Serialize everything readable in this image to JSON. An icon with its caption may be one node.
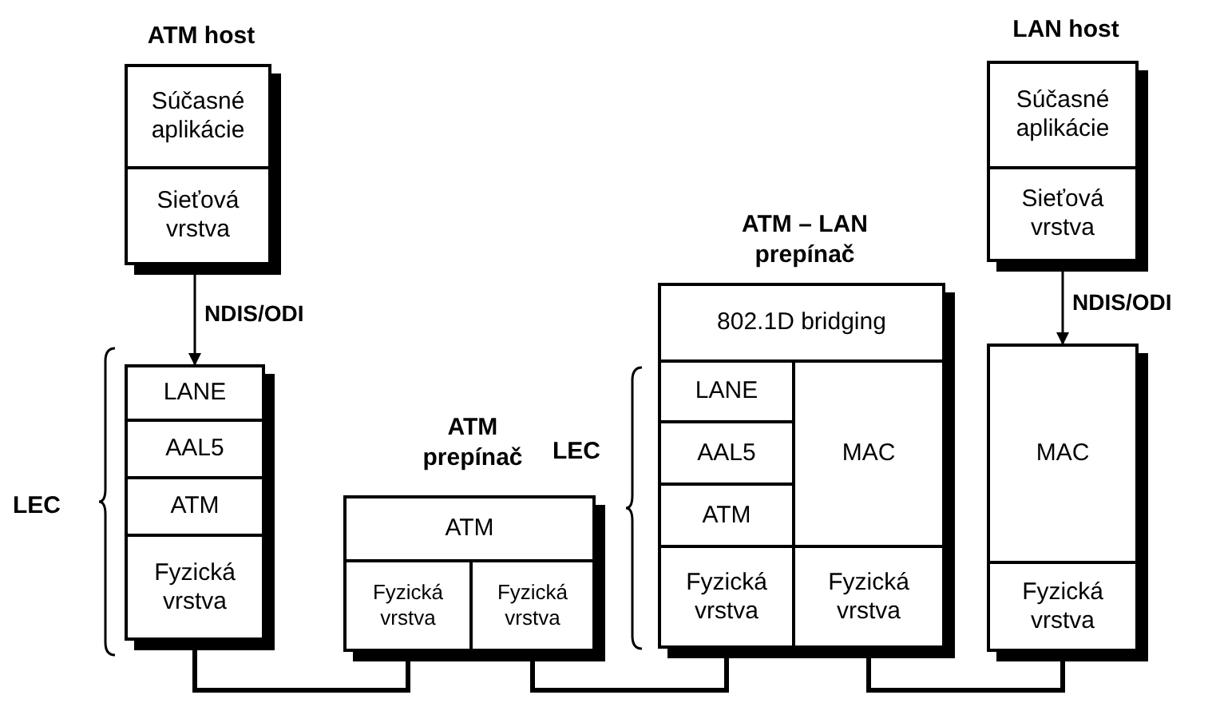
{
  "diagram": {
    "nodes": [
      {
        "text": [
          "ATM host"
        ]
      },
      {
        "text": [
          "Súčasné aplikácie"
        ],
        "in": 0
      },
      {
        "text": [
          "Sieťová vrstva"
        ],
        "in": 0
      },
      {
        "text": [],
        "shape": "box",
        "beside": [
          "LEC"
        ]
      },
      {
        "text": [
          "LANE"
        ],
        "in": 3
      },
      {
        "text": [
          "AAL5"
        ],
        "in": 3
      },
      {
        "text": [
          "ATM"
        ],
        "in": 3
      },
      {
        "text": [
          "Fyzická vrstva"
        ],
        "in": 3
      },
      {
        "text": [
          "ATM prepínač"
        ]
      },
      {
        "text": [
          "ATM"
        ],
        "in": 8
      },
      {
        "text": [
          "Fyzická vrstva"
        ],
        "in": 8
      },
      {
        "text": [
          "Fyzická vrstva"
        ],
        "in": 8
      },
      {
        "text": [
          "ATM – LAN prepínač"
        ],
        "beside": [
          "LEC"
        ]
      },
      {
        "text": [
          "802.1D bridging"
        ],
        "in": 12
      },
      {
        "text": [
          "LANE"
        ],
        "in": 12
      },
      {
        "text": [
          "AAL5"
        ],
        "in": 12
      },
      {
        "text": [
          "ATM"
        ],
        "in": 12
      },
      {
        "text": [
          "MAC"
        ],
        "in": 12
      },
      {
        "text": [
          "Fyzická vrstva"
        ],
        "in": 12
      },
      {
        "text": [
          "Fyzická vrstva"
        ],
        "in": 12
      },
      {
        "text": [
          "LAN host"
        ]
      },
      {
        "text": [
          "Súčasné aplikácie"
        ],
        "in": 20
      },
      {
        "text": [
          "Sieťová vrstva"
        ],
        "in": 20
      },
      {
        "text": [],
        "shape": "box"
      },
      {
        "text": [
          "MAC"
        ],
        "in": 23
      },
      {
        "text": [
          "Fyzická vrstva"
        ],
        "in": 23
      }
    ],
    "edges": [
      {
        "from": 0,
        "to": 3,
        "arrow": "to",
        "label": "NDIS/ODI"
      },
      {
        "from": 20,
        "to": 23,
        "arrow": "to",
        "label": "NDIS/ODI"
      },
      {
        "from": 7,
        "to": 10,
        "arrow": "none"
      },
      {
        "from": 11,
        "to": 18,
        "arrow": "none"
      },
      {
        "from": 19,
        "to": 25,
        "arrow": "none"
      }
    ]
  }
}
